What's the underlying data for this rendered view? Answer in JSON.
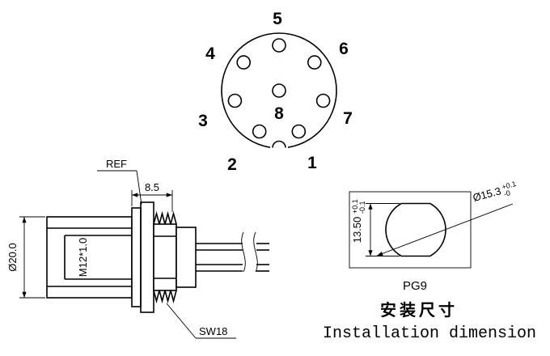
{
  "face_view": {
    "pin_labels": [
      "1",
      "2",
      "3",
      "4",
      "5",
      "6",
      "7",
      "8"
    ]
  },
  "side_view": {
    "ref_label": "REF",
    "width_dim": "8.5",
    "diameter_dim": "Ø20.0",
    "thread_label": "M12*1.0",
    "wrench_label": "SW18"
  },
  "cutout_view": {
    "diameter_dim": "Ø15.3",
    "diameter_tol_upper": "+0.1",
    "diameter_tol_lower": "-0",
    "height_dim": "13.50",
    "height_tol_upper": "+0.1",
    "height_tol_lower": "-0.1",
    "thread_type": "PG9",
    "title_zh": "安装尺寸",
    "title_en": "Installation dimension"
  }
}
